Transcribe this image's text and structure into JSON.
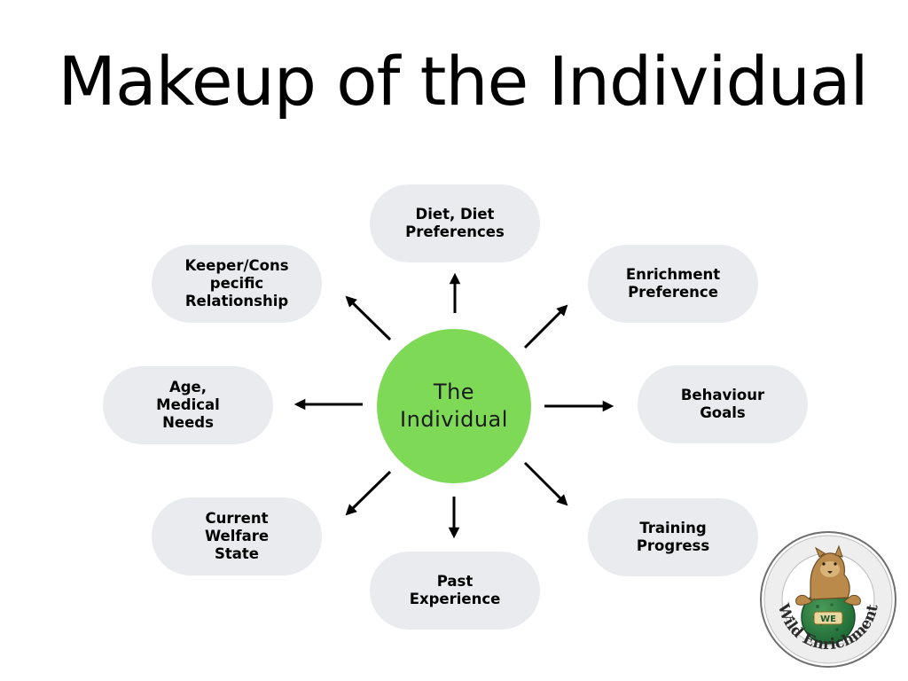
{
  "title": "Makeup of the Individual",
  "center": {
    "label": "The\nIndividual",
    "color": "#7ed957"
  },
  "nodes": {
    "diet": "Diet, Diet\nPreferences",
    "enrichment": "Enrichment\nPreference",
    "behaviour": "Behaviour\nGoals",
    "training": "Training\nProgress",
    "past": "Past\nExperience",
    "welfare": "Current\nWelfare\nState",
    "age": "Age,\nMedical\nNeeds",
    "keeper": "Keeper/Cons\npecific\nRelationship"
  },
  "logo": {
    "text": "Wild Enrichment",
    "badge": "WE"
  }
}
